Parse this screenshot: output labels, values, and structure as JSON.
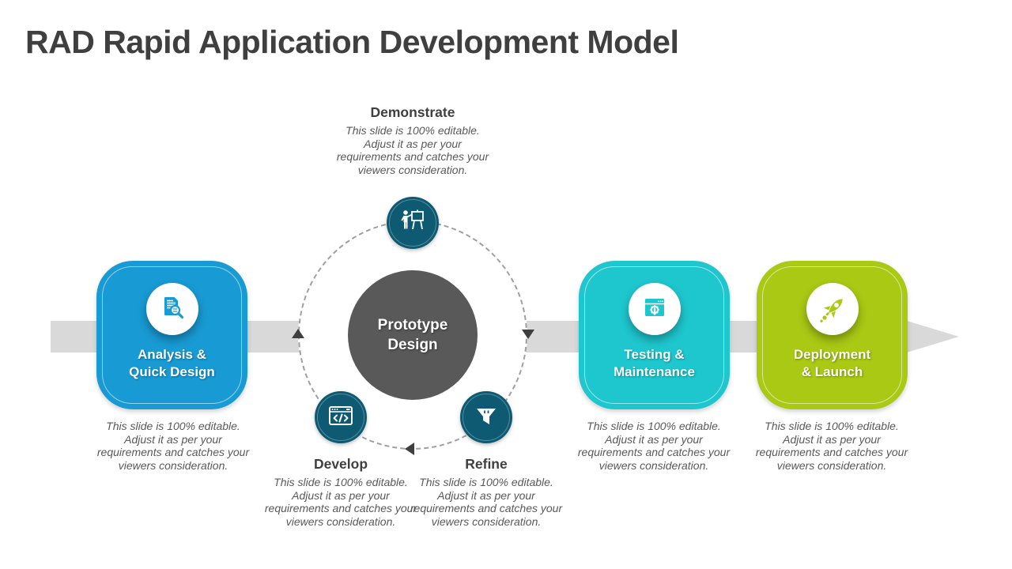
{
  "title": "RAD Rapid Application Development Model",
  "colors": {
    "title_text": "#3f3f3f",
    "analysis_blue": "#189ad4",
    "testing_cyan": "#1ec6ce",
    "deployment_green": "#a9c914",
    "node_teal": "#0d5a72",
    "center_gray": "#595959",
    "band_gray": "#d9d9d9"
  },
  "stages": {
    "analysis": {
      "label": "Analysis &\nQuick Design",
      "desc": "This slide is 100% editable. Adjust  it as per your requirements and catches your viewers consideration."
    },
    "testing": {
      "label": "Testing &\nMaintenance",
      "desc": "This slide is 100% editable. Adjust  it as per your requirements and catches your viewers consideration."
    },
    "deployment": {
      "label": "Deployment\n& Launch",
      "desc": "This slide is 100% editable. Adjust  it as per your requirements and catches your viewers consideration."
    }
  },
  "cycle": {
    "center": {
      "label": "Prototype\nDesign"
    },
    "demonstrate": {
      "label": "Demonstrate",
      "desc": "This slide is 100% editable. Adjust  it as per your requirements and catches your viewers consideration."
    },
    "develop": {
      "label": "Develop",
      "desc": "This slide is 100% editable. Adjust  it as per your requirements and catches your viewers consideration."
    },
    "refine": {
      "label": "Refine",
      "desc": "This slide is 100% editable. Adjust  it as per your requirements and catches your viewers consideration."
    }
  }
}
